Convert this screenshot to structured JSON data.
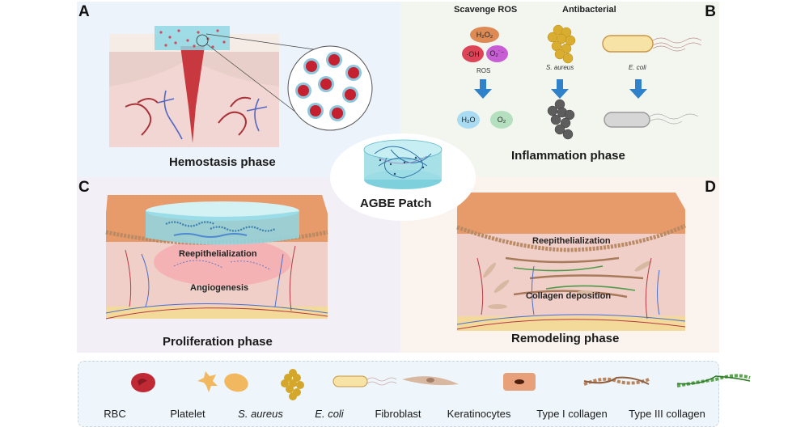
{
  "panels": {
    "A": {
      "letter": "A",
      "title": "Hemostasis phase"
    },
    "B": {
      "letter": "B",
      "title": "Inflammation phase",
      "sections": {
        "scavenge": "Scavenge ROS",
        "antibacterial": "Antibacterial"
      },
      "ros": {
        "molecules": [
          "H₂O₂",
          "·OH",
          "O₂˙⁻"
        ],
        "label": "ROS",
        "products": [
          "H₂O",
          "O₂"
        ]
      },
      "bacteria": {
        "s_aureus": "S. aureus",
        "e_coli": "E. coli"
      }
    },
    "C": {
      "letter": "C",
      "title": "Proliferation phase",
      "labels": {
        "reepi": "Reepithelialization",
        "angio": "Angiogenesis"
      }
    },
    "D": {
      "letter": "D",
      "title": "Remodeling phase",
      "labels": {
        "reepi": "Reepithelialization",
        "collagen": "Collagen deposition"
      }
    }
  },
  "center": {
    "label": "AGBE Patch"
  },
  "legend": {
    "items": [
      {
        "icon": "rbc-icon",
        "label": "RBC",
        "italic": false
      },
      {
        "icon": "platelet-icon",
        "label": "Platelet",
        "italic": false
      },
      {
        "icon": "s-aureus-icon",
        "label": "S. aureus",
        "italic": true
      },
      {
        "icon": "e-coli-icon",
        "label": "E. coli",
        "italic": true
      },
      {
        "icon": "fibroblast-icon",
        "label": "Fibroblast",
        "italic": false
      },
      {
        "icon": "keratinocyte-icon",
        "label": "Keratinocytes",
        "italic": false
      },
      {
        "icon": "type-i-collagen-icon",
        "label": "Type I collagen",
        "italic": false
      },
      {
        "icon": "type-iii-collagen-icon",
        "label": "Type III collagen",
        "italic": false
      }
    ]
  },
  "colors": {
    "blood_red": "#c0272d",
    "vein_blue": "#4a6fc8",
    "hydrogel_cyan": "#8fd8e4",
    "skin_orange": "#e79a6a",
    "arrow_blue": "#2f82c9",
    "staph_gold": "#d4a62a"
  }
}
